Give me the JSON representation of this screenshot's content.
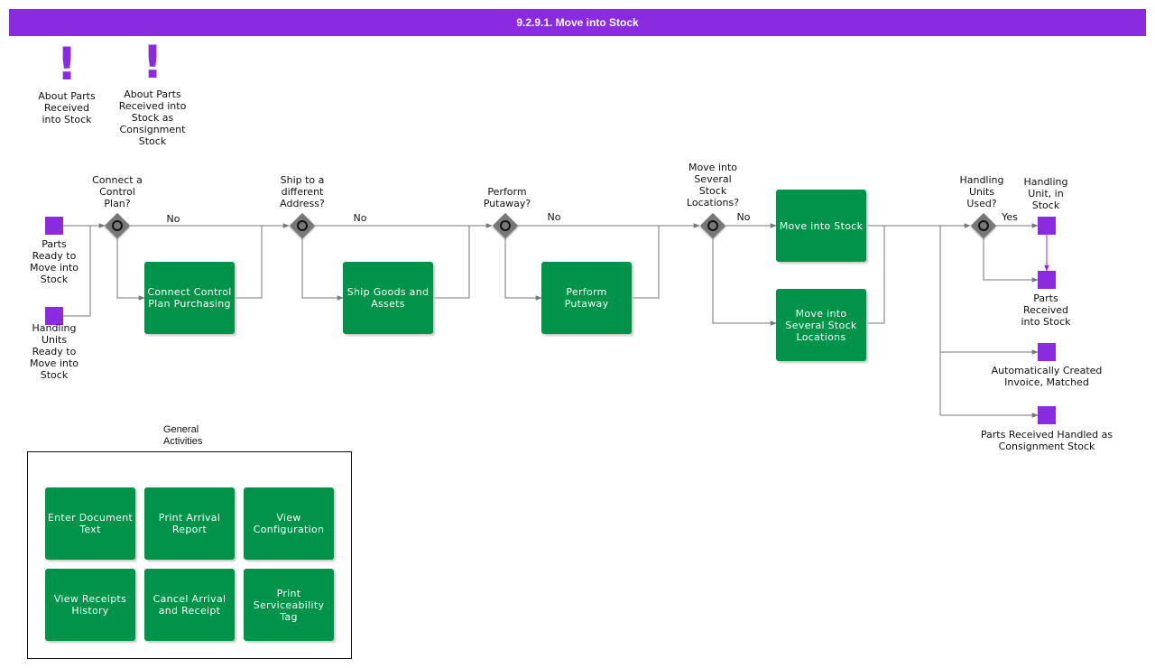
{
  "title": "9.2.9.1. Move into Stock",
  "notes": [
    {
      "mark": "!",
      "label": "About Parts\nReceived\ninto Stock"
    },
    {
      "mark": "!",
      "label": "About Parts\nReceived into\nStock as\nConsignment\nStock"
    }
  ],
  "start_events": [
    {
      "label": "Parts\nReady to\nMove into\nStock"
    },
    {
      "label": "Handling\nUnits\nReady to\nMove into\nStock"
    }
  ],
  "gateways": [
    {
      "question": "Connect a\nControl\nPlan?",
      "branch_label": "No"
    },
    {
      "question": "Ship to a\ndifferent\nAddress?",
      "branch_label": "No"
    },
    {
      "question": "Perform\nPutaway?",
      "branch_label": "No"
    },
    {
      "question": "Move into\nSeveral\nStock\nLocations?",
      "branch_label": "No"
    },
    {
      "question": "Handling\nUnits\nUsed?",
      "branch_label": "Yes"
    }
  ],
  "tasks": {
    "connect_control_plan": "Connect Control Plan Purchasing",
    "ship_goods": "Ship Goods and Assets",
    "perform_putaway": "Perform Putaway",
    "move_into_stock": "Move into Stock",
    "move_several": "Move into Several Stock Locations"
  },
  "end_events": [
    {
      "label": "Handling\nUnit, in\nStock"
    },
    {
      "label": "Parts\nReceived\ninto Stock"
    },
    {
      "label": "Automatically Created\nInvoice, Matched"
    },
    {
      "label": "Parts Received Handled as\nConsignment Stock"
    }
  ],
  "general": {
    "label": "General\nActivities",
    "activities": [
      "Enter Document Text",
      "Print Arrival Report",
      "View Configuration",
      "View Receipts History",
      "Cancel Arrival and Receipt",
      "Print Serviceability Tag"
    ]
  },
  "colors": {
    "title_bar": "#8a2be2",
    "task": "#00944a",
    "event": "#8a2be2",
    "gateway": "#777777",
    "connector": "#777777"
  }
}
